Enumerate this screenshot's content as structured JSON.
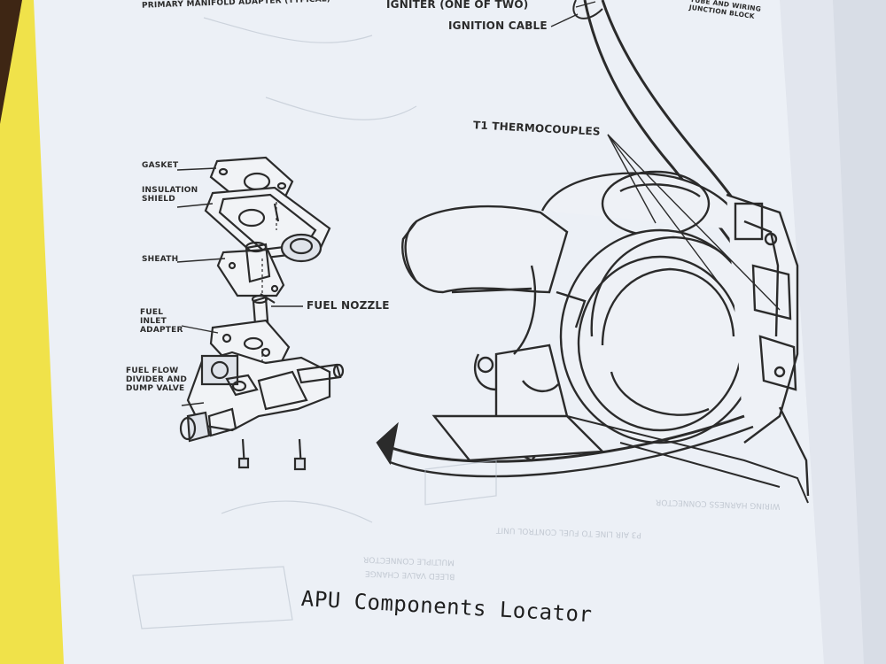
{
  "document": {
    "caption": "APU Components Locator",
    "labels": {
      "primary_manifold": "PRIMARY MANIFOLD ADAPTER (TYPICAL)",
      "igniter": "IGNITER (ONE OF TWO)",
      "ignition_cable": "IGNITION CABLE",
      "junction_block": "TUBE AND WIRING JUNCTION BLOCK",
      "thermocouples": "T1 THERMOCOUPLES",
      "gasket": "GASKET",
      "insulation_shield": "INSULATION SHIELD",
      "sheath": "SHEATH",
      "fuel_nozzle": "FUEL NOZZLE",
      "fuel_inlet_adapter": "FUEL INLET ADAPTER",
      "fuel_flow_divider": "FUEL FLOW DIVIDER AND DUMP VALVE"
    },
    "bleed_through": {
      "line1": "WIRING HARNESS CONNECTOR",
      "line2": "P3 AIR LINE TO FUEL CONTROL UNIT",
      "line3": "MULTIPLE CONNECTOR",
      "line4": "BLEED VALVE CHANGE"
    }
  },
  "colors": {
    "paper": "#eef1f6",
    "ink": "#2b2b2b",
    "yellow_sheet": "#f3e74a",
    "background": "#5a3a22"
  }
}
